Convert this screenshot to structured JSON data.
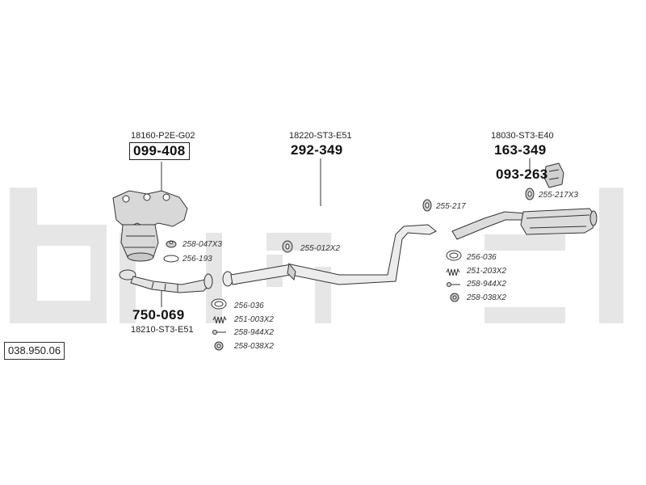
{
  "watermark": "bosal",
  "reference_number": "038.950.06",
  "labels": {
    "oem_manifold": "18160-P2E-G02",
    "pn_manifold": "099-408",
    "oem_frontpipe": "18210-ST3-E51",
    "pn_frontpipe": "750-069",
    "oem_midpipe": "18220-ST3-E51",
    "pn_midpipe": "292-349",
    "oem_rear": "18030-ST3-E40",
    "pn_rear": "163-349",
    "pn_heatshield": "093-263"
  },
  "parts": {
    "p258_047": "258-047X3",
    "p256_193": "256-193",
    "p256_036_a": "256-036",
    "p251_003_a": "251-003X2",
    "p258_944_a": "258-944X2",
    "p258_038_a": "258-038X2",
    "p255_012": "255-012X2",
    "p255_217": "255-217",
    "p255_217x3": "255-217X3",
    "p256_036_b": "256-036",
    "p251_203": "251-203X2",
    "p258_944_b": "258-944X2",
    "p258_038_b": "258-038X2"
  }
}
